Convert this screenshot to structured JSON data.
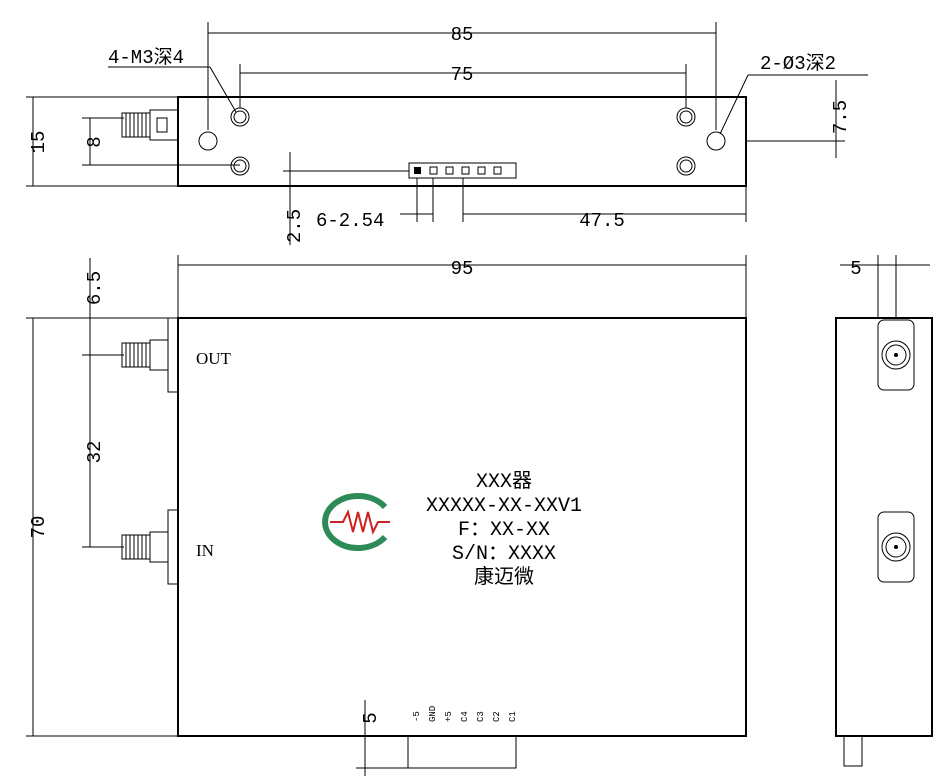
{
  "top_view": {
    "dim_85": "85",
    "dim_75": "75",
    "dim_15": "15",
    "dim_8": "8",
    "dim_7_5": "7.5",
    "dim_2_5": "2.5",
    "dim_pitch": "6-2.54",
    "dim_47_5": "47.5",
    "callout_holes_m3": "4-M3深4",
    "callout_holes_d3": "2-Ø3深2"
  },
  "front_view": {
    "dim_95": "95",
    "dim_70": "70",
    "dim_6_5": "6.5",
    "dim_32": "32",
    "dim_5": "5",
    "port_out": "OUT",
    "port_in": "IN",
    "pin_labels": [
      "-5",
      "GND",
      "+5",
      "C4",
      "C3",
      "C2",
      "C1"
    ]
  },
  "nameplate": {
    "product": "XXX器",
    "model": "XXXXX-XX-XXV1",
    "frequency": "F：XX-XX",
    "serial": "S/N：XXXX",
    "company": "康迈微"
  },
  "side_view": {
    "dim_5": "5"
  },
  "logo": {
    "ring_color": "#2e8b57",
    "wave_color": "#cc2222"
  }
}
